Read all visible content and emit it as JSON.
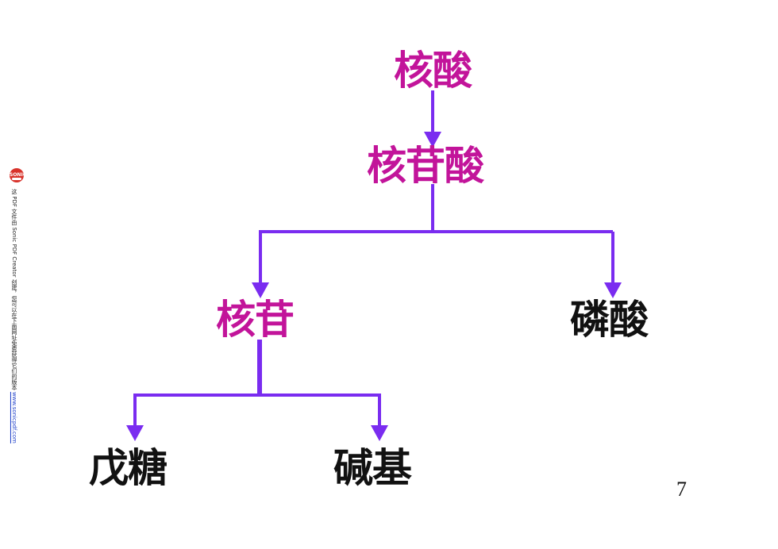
{
  "diagram": {
    "nodes": {
      "root": "核酸",
      "nucleotide": "核苷酸",
      "nucleoside": "核苷",
      "phosphate": "磷酸",
      "pentose": "戊糖",
      "base": "碱基"
    },
    "colors": {
      "arrow": "#7a2cf0",
      "top_label": "#c2149a",
      "leaf_label": "#111111"
    }
  },
  "page_number": "7",
  "watermark": {
    "logo_text": "SONICPDF",
    "text": "这 PDF 文件由 Sonic PDF Creator 创建，您可以在下面网址免费获得它们的版本",
    "link": "www.sonicpdf.com"
  }
}
